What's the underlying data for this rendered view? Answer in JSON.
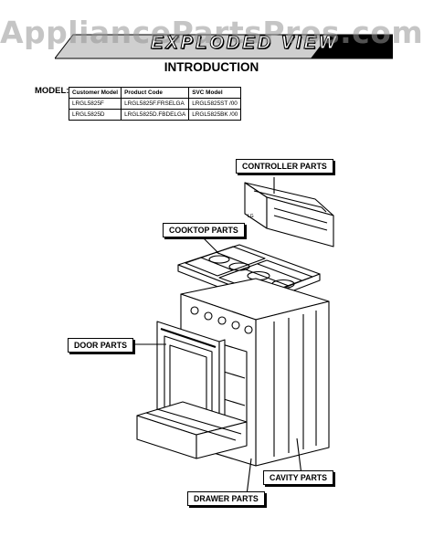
{
  "watermark": "AppliancePartsPros.com",
  "header": {
    "title": "EXPLODED VIEW"
  },
  "intro": "INTRODUCTION",
  "model_label": "MODEL:",
  "model_table": {
    "columns": [
      "Customer Model",
      "Product Code",
      "SVC Model"
    ],
    "rows": [
      [
        "LRGL5825F",
        "LRGL5825F.FRSELGA",
        "LRGL5825ST /00"
      ],
      [
        "LRGL5825D",
        "LRGL5825D.FBDELGA",
        "LRGL5825BK /00"
      ]
    ]
  },
  "callouts": {
    "controller": "CONTROLLER PARTS",
    "cooktop": "COOKTOP PARTS",
    "door": "DOOR PARTS",
    "cavity": "CAVITY PARTS",
    "drawer": "DRAWER PARTS"
  },
  "diagram": {
    "brand_mark": "LG"
  }
}
